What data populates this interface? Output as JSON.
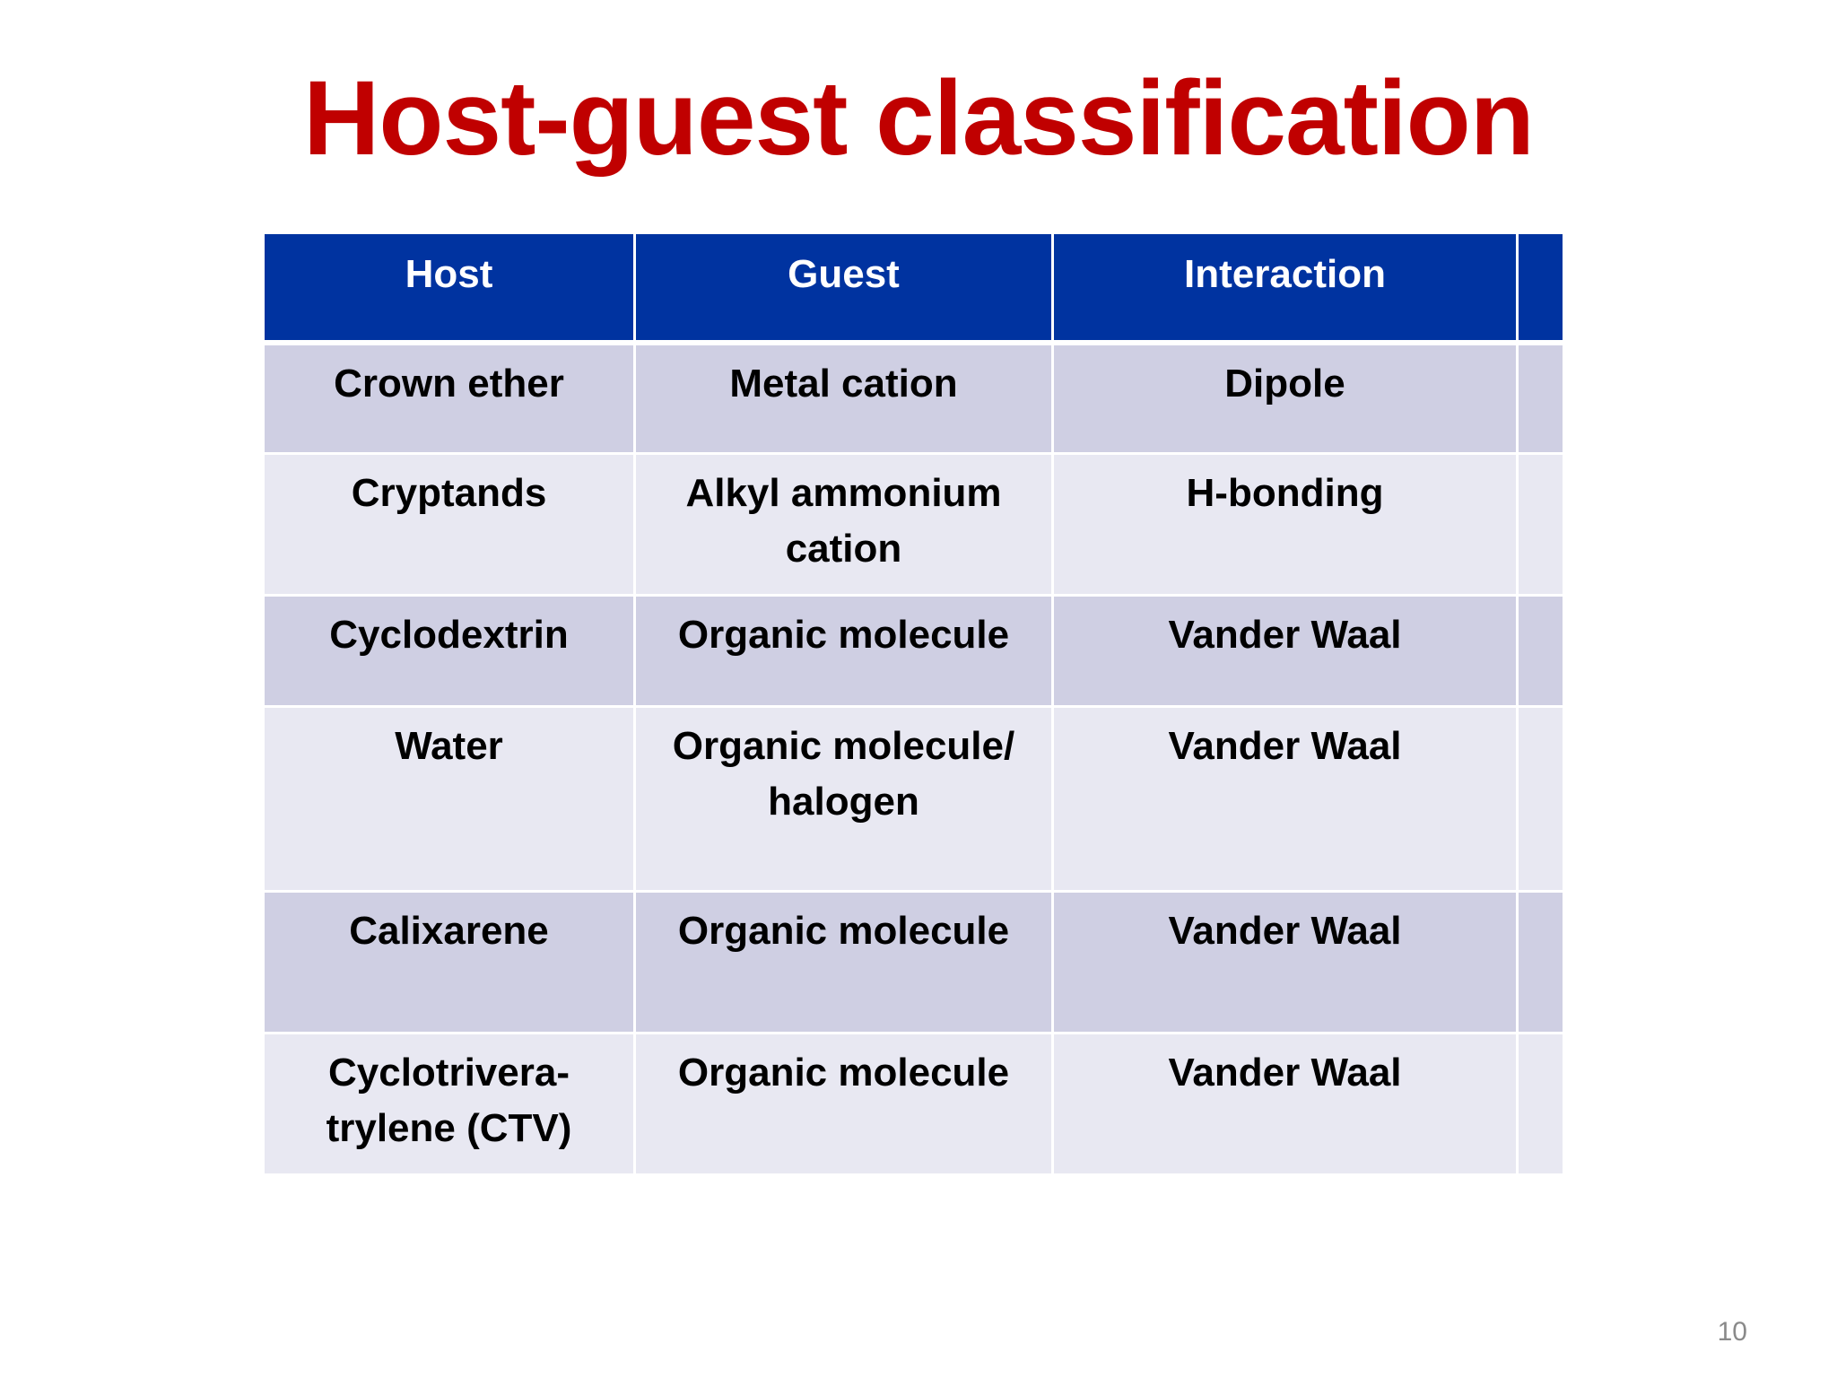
{
  "slide": {
    "title": "Host-guest classification",
    "page_number": "10"
  },
  "table": {
    "headers": [
      "Host",
      "Guest",
      "Interaction",
      ""
    ],
    "rows": [
      [
        "Crown ether",
        "Metal cation",
        "Dipole",
        ""
      ],
      [
        "Cryptands",
        "Alkyl ammonium cation",
        "H-bonding",
        ""
      ],
      [
        "Cyclodextrin",
        "Organic molecule",
        "Vander Waal",
        ""
      ],
      [
        "Water",
        "Organic molecule/ halogen",
        "Vander Waal",
        ""
      ],
      [
        "Calixarene",
        "Organic molecule",
        "Vander Waal",
        ""
      ],
      [
        "Cyclotrivera-trylene (CTV)",
        "Organic molecule",
        "Vander Waal",
        ""
      ]
    ]
  },
  "colors": {
    "title": "#c00000",
    "header_bg": "#0033a0",
    "row_odd_bg": "#cfcfe3",
    "row_even_bg": "#e8e8f2"
  }
}
